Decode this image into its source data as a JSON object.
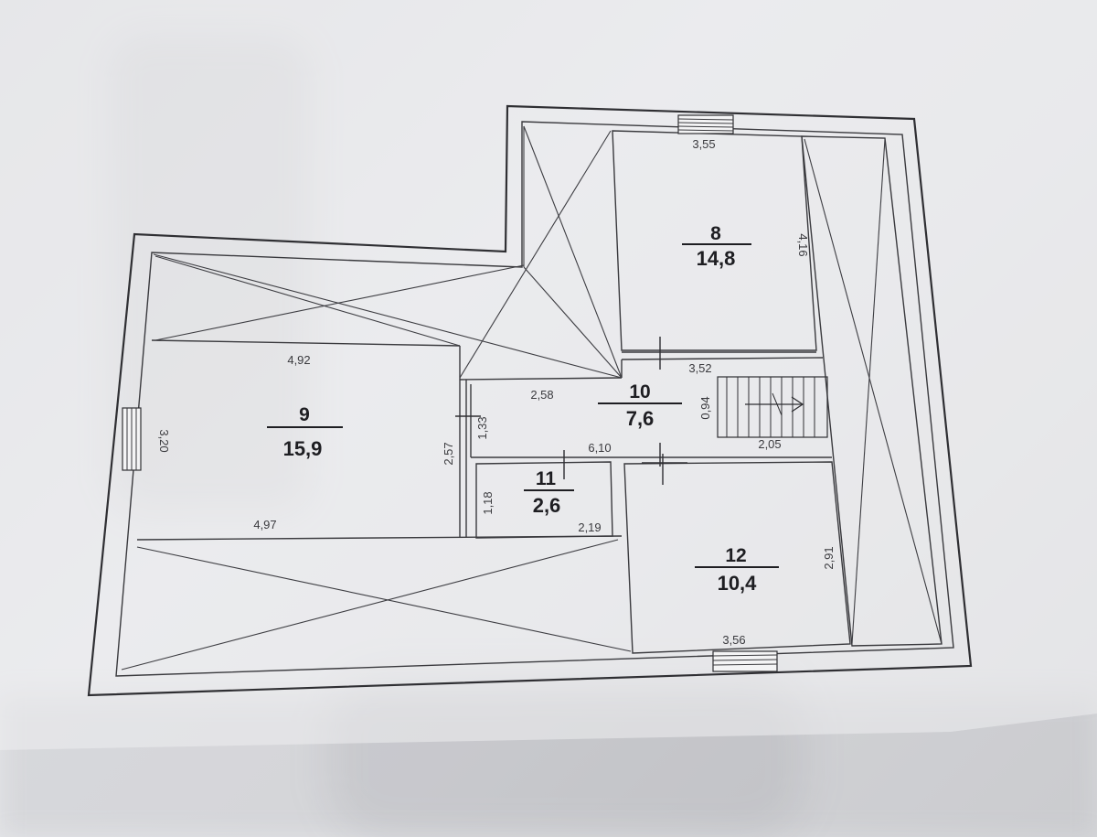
{
  "plan": {
    "rooms": [
      {
        "id": "room-8",
        "number": "8",
        "area": "14,8"
      },
      {
        "id": "room-9",
        "number": "9",
        "area": "15,9"
      },
      {
        "id": "room-10",
        "number": "10",
        "area": "7,6"
      },
      {
        "id": "room-11",
        "number": "11",
        "area": "2,6"
      },
      {
        "id": "room-12",
        "number": "12",
        "area": "10,4"
      }
    ],
    "dimensions": {
      "top_room8_width": "3,55",
      "room8_height": "4,16",
      "room9_top_width": "4,92",
      "room9_bottom_width": "4,97",
      "room9_height": "3,20",
      "room9_inner_height": "2,57",
      "corridor_left_width": "2,58",
      "corridor_top_width": "3,52",
      "corridor_length": "6,10",
      "corridor_partition": "1,33",
      "stair_height": "0,94",
      "stair_width": "2,05",
      "room11_height": "1,18",
      "room11_width": "2,19",
      "room12_height": "2,91",
      "room12_bottom_width": "3,56"
    },
    "colors": {
      "paper": "#f1f1f2",
      "ink": "#2f2f33"
    }
  }
}
